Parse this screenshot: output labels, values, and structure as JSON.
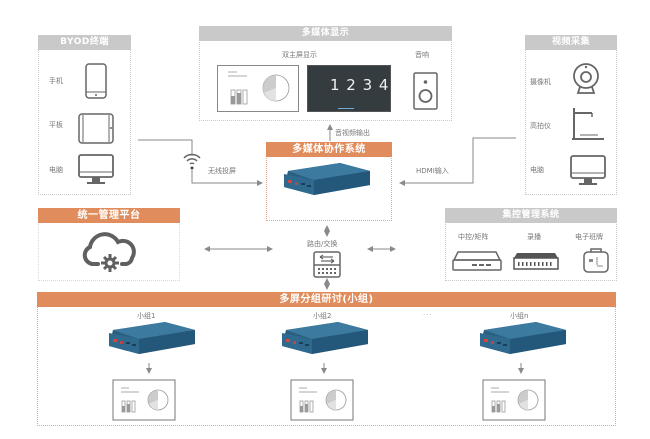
{
  "byod": {
    "title": "BYOD终端",
    "items": [
      {
        "label": "手机",
        "icon": "phone-icon"
      },
      {
        "label": "平板",
        "icon": "tablet-icon"
      },
      {
        "label": "电脑",
        "icon": "monitor-icon"
      }
    ]
  },
  "display": {
    "title": "多媒体显示",
    "dual_screen_label": "双主屏显示",
    "speaker_label": "音响",
    "board_text": "1 2 3 4"
  },
  "capture": {
    "title": "视频采集",
    "items": [
      {
        "label": "摄像机",
        "icon": "webcam-icon"
      },
      {
        "label": "高拍仪",
        "icon": "document-camera-icon"
      },
      {
        "label": "电脑",
        "icon": "monitor-icon"
      }
    ]
  },
  "core": {
    "title": "多媒体协作系统",
    "av_output_label": "音视频输出",
    "wireless_label": "无线投屏",
    "hdmi_label": "HDMI输入"
  },
  "mgmt": {
    "title": "统一管理平台"
  },
  "router": {
    "label": "路由/交换"
  },
  "control": {
    "title": "集控管理系统",
    "items": [
      {
        "label": "中控/矩阵",
        "icon": "matrix-icon"
      },
      {
        "label": "录播",
        "icon": "recorder-icon"
      },
      {
        "label": "电子班牌",
        "icon": "class-sign-icon"
      }
    ]
  },
  "groups": {
    "title": "多屏分组研讨(小组)",
    "ellipsis": "...",
    "items": [
      {
        "label": "小组1"
      },
      {
        "label": "小组2"
      },
      {
        "label": "小组n"
      }
    ]
  },
  "colors": {
    "accent": "#e08c5c",
    "gray_header": "#c9c9c9",
    "device_blue": "#2d6a8e"
  }
}
